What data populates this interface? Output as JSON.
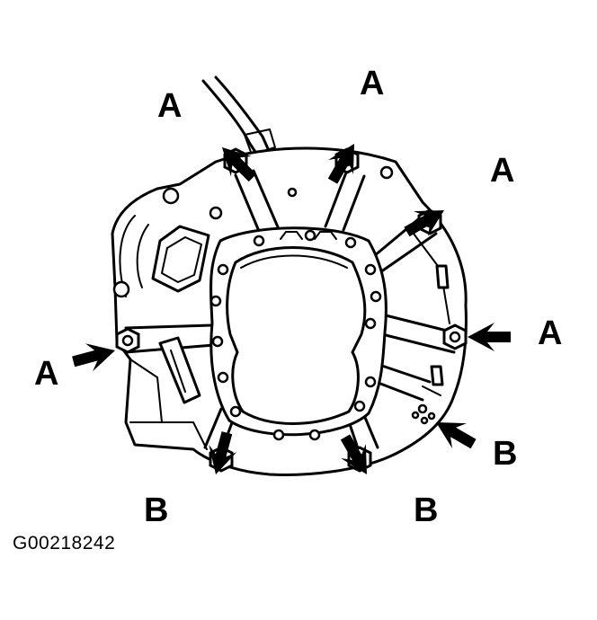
{
  "figure": {
    "figure_id": "G00218242"
  },
  "callouts": {
    "a1": "A",
    "a2": "A",
    "a3": "A",
    "a4": "A",
    "a5": "A",
    "b1": "B",
    "b2": "B",
    "b3": "B"
  }
}
